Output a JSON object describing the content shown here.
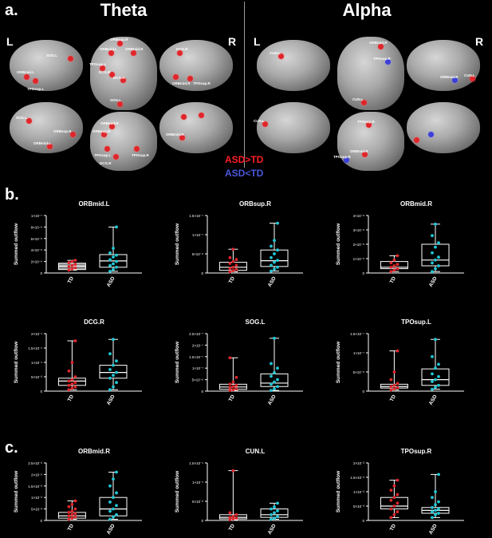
{
  "panel_a": {
    "letter": "a.",
    "theta_title": "Theta",
    "alpha_title": "Alpha",
    "left_label": "L",
    "right_label": "R",
    "legend_asd_gt_td": "ASD>TD",
    "legend_asd_lt_td": "ASD<TD",
    "asd_gt_td_color": "#e0262b",
    "asd_lt_td_color": "#3b3fd6",
    "theta_roi_labels": [
      "SOG.L",
      "ORBmid.L",
      "TPOsup.L",
      "ORBsup.R",
      "ORBmid.L",
      "ORBmid.R",
      "DCG.R",
      "TPOsup.L",
      "DCG.R",
      "SOG.L",
      "ORBmid.R",
      "TPOsup.R",
      "DCG.R",
      "SOG.L",
      "ORBsup.R",
      "ORBmid.L",
      "ORBmid.R",
      "TPOsup.L",
      "TPOsup.R",
      "DCG.R",
      "ORBsup.R",
      "ORBmid.R"
    ],
    "alpha_roi_labels": [
      "CUN.L",
      "ORBmid.R",
      "TPOsup.R",
      "ORBmid.R",
      "CUN.L",
      "CUN.L",
      "CUN.L",
      "TPOsup.R",
      "ORBmid.R",
      "TPOsup.R"
    ]
  },
  "panel_b_letter": "b.",
  "panel_c_letter": "c.",
  "ylabel": "Summed outflow",
  "group_colors": {
    "TD": "#e0262b",
    "ASD": "#21c8d6"
  },
  "chart_data": [
    {
      "type": "box",
      "title": "ORBmid.L",
      "categories": [
        "TD",
        "ASD"
      ],
      "yticks": [
        "0",
        "2×10⁻⁸",
        "4×10⁻⁸",
        "6×10⁻⁸",
        "8×10⁻⁸",
        "1×10⁻⁷"
      ],
      "ylim": [
        0,
        10
      ],
      "boxes": [
        {
          "min": 0.5,
          "q1": 0.6,
          "median": 1.2,
          "q3": 1.7,
          "max": 2.2
        },
        {
          "min": 0.3,
          "q1": 1.0,
          "median": 2.1,
          "q3": 3.2,
          "max": 8.0
        }
      ],
      "points": [
        [
          0.5,
          0.7,
          0.9,
          1.1,
          1.3,
          1.5,
          1.8,
          2.0,
          2.2
        ],
        [
          0.3,
          0.6,
          1.0,
          1.3,
          1.6,
          2.0,
          2.3,
          2.8,
          3.1,
          3.5,
          4.3,
          8.0
        ]
      ]
    },
    {
      "type": "box",
      "title": "ORBsup.R",
      "categories": [
        "TD",
        "ASD"
      ],
      "yticks": [
        "0",
        "5×10⁻⁸",
        "1×10⁻⁷",
        "1.5×10⁻⁷"
      ],
      "ylim": [
        0,
        15
      ],
      "boxes": [
        {
          "min": 0.3,
          "q1": 0.7,
          "median": 1.5,
          "q3": 2.8,
          "max": 6.2
        },
        {
          "min": 0.5,
          "q1": 1.7,
          "median": 3.2,
          "q3": 6.0,
          "max": 13.0
        }
      ],
      "points": [
        [
          0.3,
          0.6,
          0.9,
          1.2,
          1.5,
          2.0,
          2.5,
          3.0,
          3.5,
          4.0,
          6.2
        ],
        [
          0.5,
          1.0,
          1.5,
          2.0,
          2.8,
          3.3,
          4.0,
          5.0,
          6.0,
          7.0,
          8.5,
          13.0
        ]
      ]
    },
    {
      "type": "box",
      "title": "ORBmid.R",
      "categories": [
        "TD",
        "ASD"
      ],
      "yticks": [
        "0",
        "1×10⁻⁸",
        "2×10⁻⁸",
        "3×10⁻⁸",
        "4×10⁻⁸"
      ],
      "ylim": [
        0,
        4
      ],
      "boxes": [
        {
          "min": 0.1,
          "q1": 0.3,
          "median": 0.4,
          "q3": 0.8,
          "max": 1.2
        },
        {
          "min": 0.1,
          "q1": 0.5,
          "median": 0.9,
          "q3": 2.0,
          "max": 3.4
        }
      ],
      "points": [
        [
          0.1,
          0.2,
          0.3,
          0.4,
          0.5,
          0.6,
          0.7,
          0.9,
          1.2
        ],
        [
          0.1,
          0.3,
          0.5,
          0.7,
          0.9,
          1.1,
          1.4,
          1.8,
          2.1,
          2.6,
          3.4
        ]
      ]
    },
    {
      "type": "box",
      "title": "DCG.R",
      "categories": [
        "TD",
        "ASD"
      ],
      "yticks": [
        "0",
        "5×10⁻²",
        "1×10⁻¹",
        "1.5×10⁻¹",
        "2×10⁻¹"
      ],
      "ylim": [
        0,
        20
      ],
      "boxes": [
        {
          "min": 0.5,
          "q1": 2.0,
          "median": 3.5,
          "q3": 4.5,
          "max": 17.5
        },
        {
          "min": 0.5,
          "q1": 4.5,
          "median": 6.5,
          "q3": 9.0,
          "max": 18.0
        }
      ],
      "points": [
        [
          0.5,
          1.0,
          1.5,
          2.0,
          2.5,
          3.0,
          3.5,
          4.0,
          5.0,
          7.0,
          10.0,
          17.5
        ],
        [
          0.5,
          1.5,
          3.0,
          4.5,
          5.5,
          6.5,
          7.5,
          9.0,
          10.5,
          13.0,
          18.0
        ]
      ]
    },
    {
      "type": "box",
      "title": "SOG.L",
      "categories": [
        "TD",
        "ASD"
      ],
      "yticks": [
        "0",
        "5×10⁻⁸",
        "1×10⁻⁷",
        "1.5×10⁻⁷",
        "2×10⁻⁷",
        "2.5×10⁻⁷"
      ],
      "ylim": [
        0,
        25
      ],
      "boxes": [
        {
          "min": 0.3,
          "q1": 0.8,
          "median": 1.8,
          "q3": 3.0,
          "max": 14.5
        },
        {
          "min": 0.3,
          "q1": 2.0,
          "median": 3.5,
          "q3": 7.5,
          "max": 23.0
        }
      ],
      "points": [
        [
          0.3,
          0.6,
          1.0,
          1.5,
          2.0,
          2.5,
          3.0,
          4.0,
          6.0,
          14.5
        ],
        [
          0.3,
          1.0,
          2.0,
          3.0,
          4.0,
          5.0,
          6.5,
          8.0,
          10.0,
          12.0,
          23.0
        ]
      ]
    },
    {
      "type": "box",
      "title": "TPOsup.L",
      "categories": [
        "TD",
        "ASD"
      ],
      "yticks": [
        "0",
        "5×10⁻⁸",
        "1×10⁻⁷",
        "1.5×10⁻⁷"
      ],
      "ylim": [
        0,
        15
      ],
      "boxes": [
        {
          "min": 0.3,
          "q1": 0.8,
          "median": 1.2,
          "q3": 1.8,
          "max": 10.5
        },
        {
          "min": 0.5,
          "q1": 1.5,
          "median": 3.0,
          "q3": 5.8,
          "max": 13.5
        }
      ],
      "points": [
        [
          0.3,
          0.6,
          0.9,
          1.2,
          1.5,
          2.0,
          3.0,
          5.0,
          10.5
        ],
        [
          0.5,
          1.0,
          1.5,
          2.5,
          3.0,
          3.8,
          4.5,
          6.0,
          7.0,
          9.0,
          13.5
        ]
      ]
    },
    {
      "type": "box",
      "title": "ORBmid.R",
      "categories": [
        "TD",
        "ASD"
      ],
      "yticks": [
        "0",
        "5×10⁻³",
        "1×10⁻²",
        "1.5×10⁻²",
        "2×10⁻²",
        "2.5×10⁻²"
      ],
      "ylim": [
        0,
        25
      ],
      "boxes": [
        {
          "min": 0.5,
          "q1": 1.0,
          "median": 2.0,
          "q3": 3.5,
          "max": 8.5
        },
        {
          "min": 0.5,
          "q1": 2.0,
          "median": 5.0,
          "q3": 10.0,
          "max": 21.0
        }
      ],
      "points": [
        [
          0.5,
          1.0,
          1.5,
          2.0,
          2.5,
          3.0,
          3.5,
          4.0,
          5.0,
          6.0,
          7.0,
          8.5
        ],
        [
          0.5,
          1.5,
          2.5,
          4.0,
          5.0,
          6.5,
          8.0,
          10.0,
          12.0,
          15.0,
          18.0,
          21.0
        ]
      ]
    },
    {
      "type": "box",
      "title": "CUN.L",
      "categories": [
        "TD",
        "ASD"
      ],
      "yticks": [
        "0",
        "5×10⁻²",
        "1×10⁻¹",
        "1.5×10⁻¹"
      ],
      "ylim": [
        0,
        15
      ],
      "boxes": [
        {
          "min": 0.2,
          "q1": 0.4,
          "median": 0.8,
          "q3": 1.5,
          "max": 13.0
        },
        {
          "min": 0.3,
          "q1": 0.8,
          "median": 1.5,
          "q3": 3.0,
          "max": 4.5
        }
      ],
      "points": [
        [
          0.2,
          0.4,
          0.6,
          0.8,
          1.0,
          1.5,
          2.0,
          13.0
        ],
        [
          0.3,
          0.6,
          1.0,
          1.5,
          2.0,
          2.5,
          3.0,
          3.5,
          4.5
        ]
      ]
    },
    {
      "type": "box",
      "title": "TPOsup.R",
      "categories": [
        "TD",
        "ASD"
      ],
      "yticks": [
        "0",
        "5×10⁻³",
        "1×10⁻²",
        "1.5×10⁻²",
        "2×10⁻²"
      ],
      "ylim": [
        0,
        20
      ],
      "boxes": [
        {
          "min": 1.0,
          "q1": 4.0,
          "median": 5.0,
          "q3": 8.0,
          "max": 14.0
        },
        {
          "min": 1.0,
          "q1": 2.5,
          "median": 3.5,
          "q3": 4.5,
          "max": 16.0
        }
      ],
      "points": [
        [
          1.0,
          2.0,
          3.0,
          4.0,
          5.0,
          6.0,
          7.0,
          8.0,
          9.0,
          10.5,
          12.0,
          14.0
        ],
        [
          1.0,
          2.0,
          2.5,
          3.0,
          3.5,
          4.0,
          4.5,
          5.5,
          6.5,
          8.0,
          10.0,
          16.0
        ]
      ]
    }
  ]
}
